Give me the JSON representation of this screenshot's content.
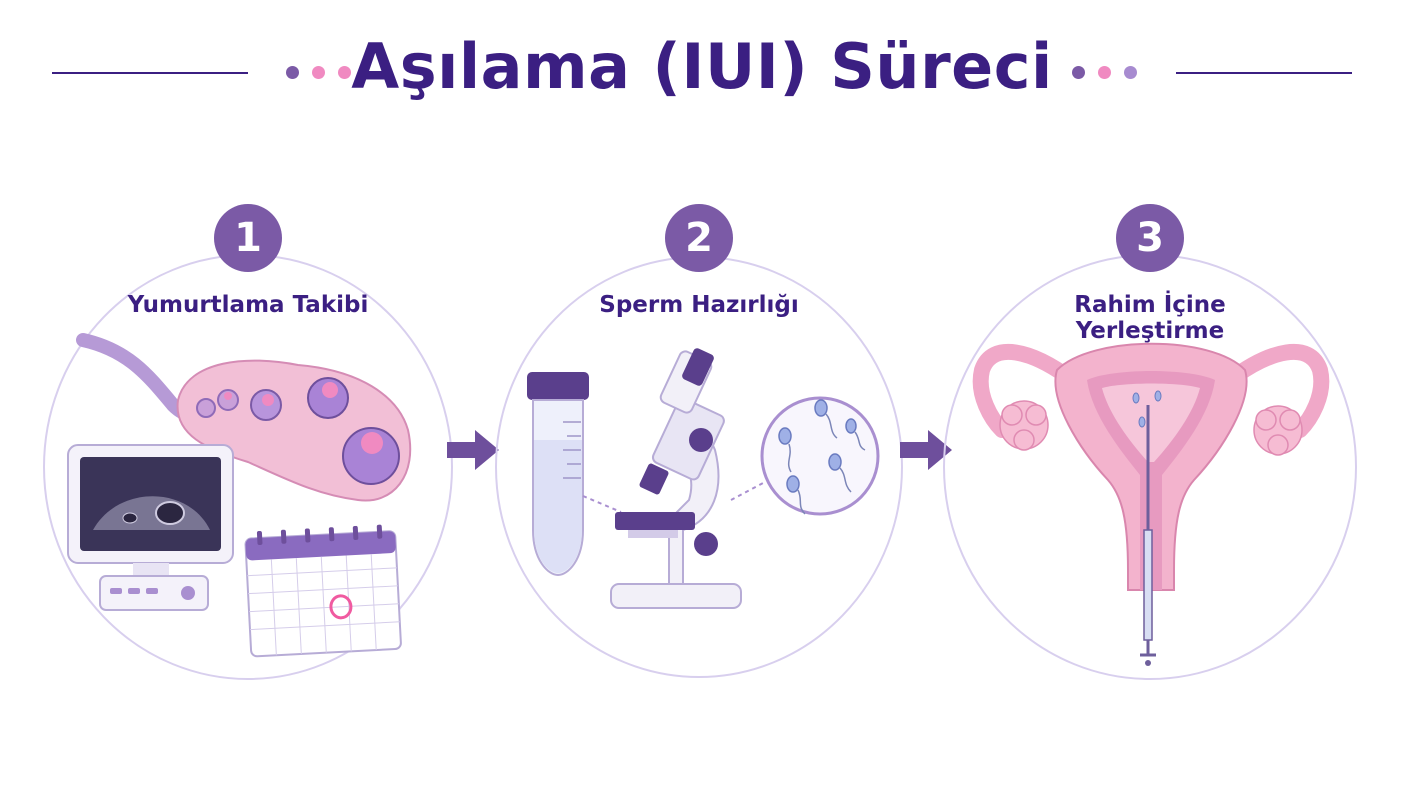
{
  "title": "Aşılama (IUI) Süreci",
  "colors": {
    "title": "#3b1f82",
    "badge": "#7b5aa6",
    "circle_outline": "#d8cfee",
    "arrow": "#6e4f9c",
    "dot_purple": "#7b5aa6",
    "dot_pink": "#f08ac1",
    "dot_lavender": "#a78bd0",
    "uterus_pink": "#f0a8c8"
  },
  "header_dots": {
    "left": [
      "dot_purple",
      "dot_pink",
      "dot_pink"
    ],
    "right": [
      "dot_purple",
      "dot_pink",
      "dot_lavender"
    ]
  },
  "steps": [
    {
      "number": "1",
      "label": "Yumurtlama Takibi",
      "icons": [
        "ovary-icon",
        "follicle-icon",
        "ultrasound-monitor-icon",
        "calendar-icon"
      ]
    },
    {
      "number": "2",
      "label": "Sperm Hazırlığı",
      "icons": [
        "test-tube-icon",
        "microscope-icon",
        "sperm-magnified-icon"
      ]
    },
    {
      "number": "3",
      "label": "Rahim İçine Yerleştirme",
      "icons": [
        "uterus-icon",
        "catheter-icon"
      ]
    }
  ]
}
